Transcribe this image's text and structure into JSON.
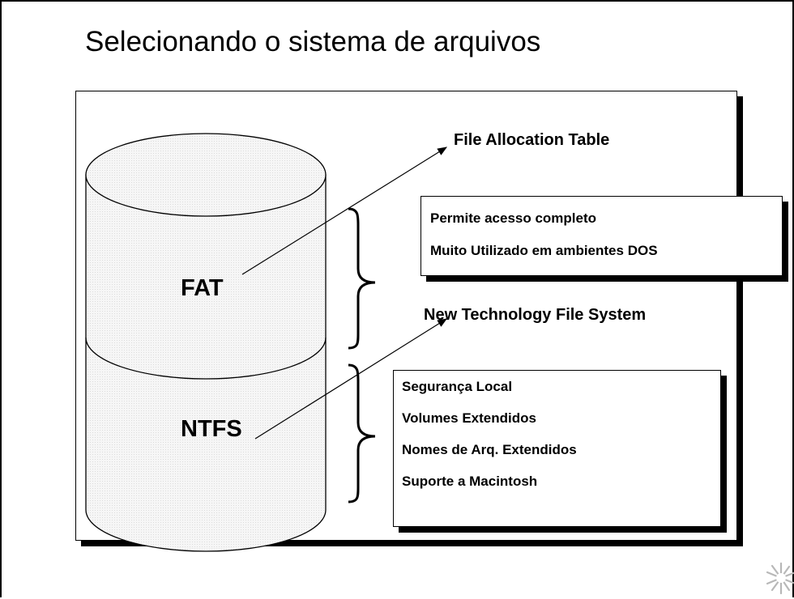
{
  "slide": {
    "title": "Selecionando o sistema de arquivos"
  },
  "diagram": {
    "disk_labels": {
      "top": "FAT",
      "bottom": "NTFS"
    },
    "fat": {
      "heading": "File Allocation Table",
      "features": [
        "Permite acesso completo",
        "Muito Utilizado em ambientes DOS"
      ]
    },
    "ntfs": {
      "heading": "New Technology File System",
      "features": [
        "Segurança Local",
        "Volumes Extendidos",
        "Nomes de Arq. Extendidos",
        "Suporte a Macintosh"
      ]
    }
  },
  "icons": {
    "cylinder": "database-cylinder-icon",
    "brace": "curly-brace-icon",
    "arrow": "arrow-icon",
    "logo": "starburst-logo-icon"
  },
  "colors": {
    "cylinder_fill": "#f0f0f0",
    "stroke": "#000000",
    "background": "#ffffff"
  }
}
